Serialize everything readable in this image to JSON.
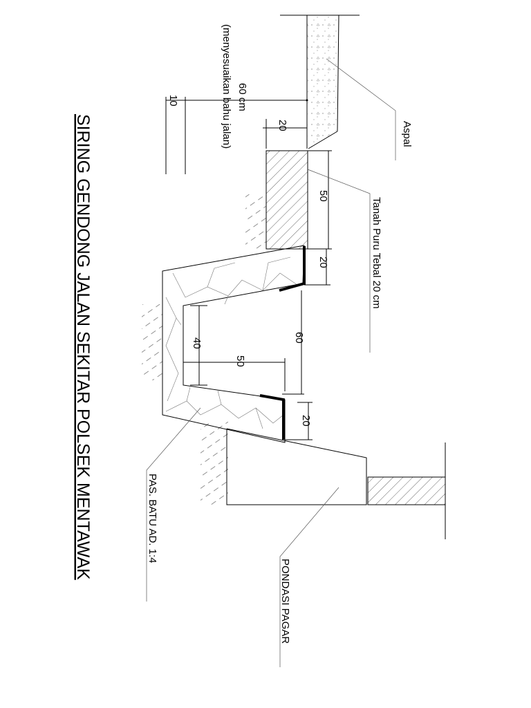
{
  "title": "SIRING GENDONG JALAN SEKITAR POLSEK MENTAWAK",
  "labels": {
    "aspal": "Aspal",
    "tanah_puru": "Tanah Puru Tebal 20 cm",
    "pas_batu": "PAS. BATU AD. 1:4",
    "pondasi": "PONDASI PAGAR",
    "bahu_line1": "60 cm",
    "bahu_line2": "(menyesuaikan bahu jalan)"
  },
  "dimensions": {
    "d10": "10",
    "d20_top": "20",
    "d50_right": "50",
    "d20_mid": "20",
    "d60": "60",
    "d40": "40",
    "d50_inner": "50",
    "d20_bottom": "20"
  }
}
